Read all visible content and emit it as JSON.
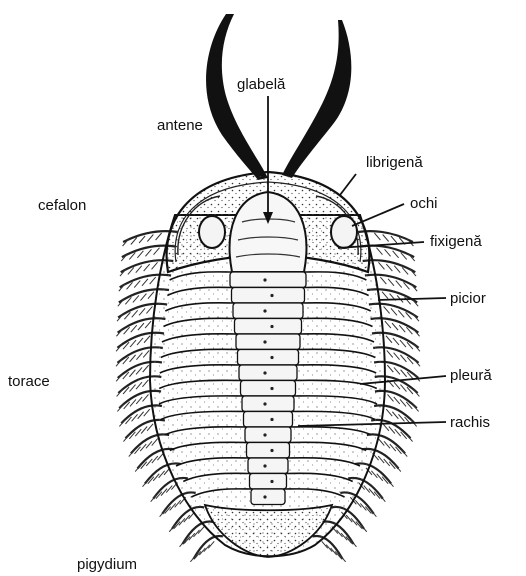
{
  "diagram": {
    "labels": {
      "glabela": "glabelă",
      "antene": "antene",
      "librigena": "librigenă",
      "cefalon": "cefalon",
      "ochi": "ochi",
      "fixigena": "fixigenă",
      "picior": "picior",
      "torace": "torace",
      "pleura": "pleură",
      "rachis": "rachis",
      "pigydium": "pigydium"
    }
  }
}
